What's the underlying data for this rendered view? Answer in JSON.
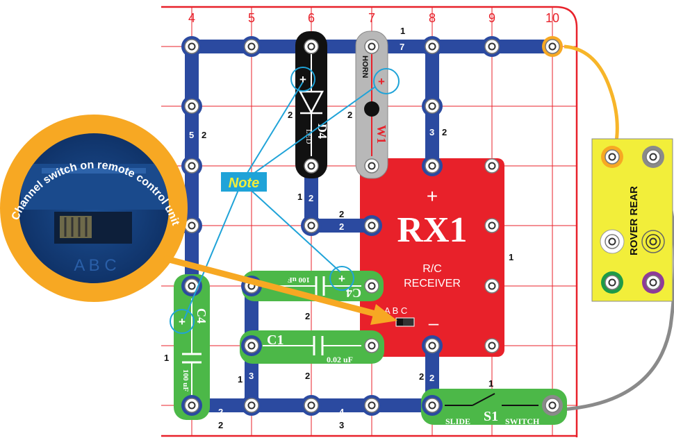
{
  "grid": {
    "column_numbers": [
      "4",
      "5",
      "6",
      "7",
      "8",
      "9",
      "10"
    ]
  },
  "parts": {
    "led": {
      "name": "D4",
      "sub": "LED"
    },
    "horn": {
      "name": "W1",
      "sub": "HORN"
    },
    "receiver": {
      "name": "RX1",
      "plus": "+",
      "minus": "–",
      "line1": "R/C",
      "line2": "RECEIVER",
      "channel_letters": "A B C"
    },
    "cap_c1": {
      "name": "C1",
      "value": "0.02 uF"
    },
    "cap_c4_top": {
      "name": "C4",
      "value": "100 uF"
    },
    "cap_c4_left": {
      "name": "C4",
      "value": "100 uF"
    },
    "switch": {
      "name": "S1",
      "left": "SLIDE",
      "right": "SWITCH"
    },
    "rover": {
      "label": "ROVER REAR"
    }
  },
  "wire_labels": {
    "top_1": "1",
    "top_7": "7",
    "left_5": "5",
    "left_5b": "2",
    "mid_3": "3",
    "mid_3b": "2",
    "led_2": "2",
    "horn_2": "2",
    "seg_2a": "1",
    "seg_2b": "2",
    "seg_2c": "2",
    "seg_2d": "2",
    "rx_1": "1",
    "c4top_2": "2",
    "c1_2": "2",
    "left_1": "1",
    "w3_1": "1",
    "w3_3": "3",
    "s2_2": "2",
    "s2_1": "2",
    "bot_2": "2",
    "bot_2b": "2",
    "bot_4": "4",
    "bot_3": "3",
    "sw_1": "1"
  },
  "callouts": {
    "note": "Note",
    "inset_caption": "Channel switch on remote control unit",
    "inset_letters": "A B C"
  },
  "colors": {
    "grid_red": "#e8212a",
    "snap_blue": "#2b4aa0",
    "led_black": "#111111",
    "horn_gray": "#b8b8b8",
    "receiver_red": "#e8212a",
    "cap_green": "#4cb848",
    "rover_yellow": "#f2ee3a",
    "callout_blue": "#1fa3d8",
    "arrow_orange": "#f7a823",
    "wire_orange": "#f7b529",
    "wire_gray": "#8a8a8a"
  }
}
